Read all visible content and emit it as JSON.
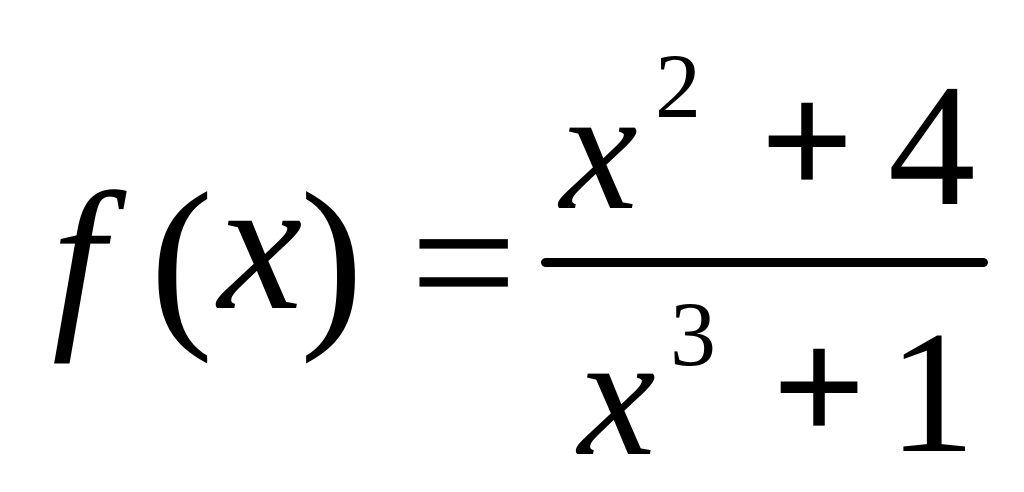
{
  "formula": {
    "function_name": "f",
    "open_paren": "(",
    "argument": "x",
    "close_paren": ")",
    "equals": "=",
    "numerator": {
      "variable": "x",
      "exponent": "2",
      "operator": "+",
      "constant": "4"
    },
    "denominator": {
      "variable": "x",
      "exponent": "3",
      "operator": "+",
      "constant": "1"
    }
  }
}
